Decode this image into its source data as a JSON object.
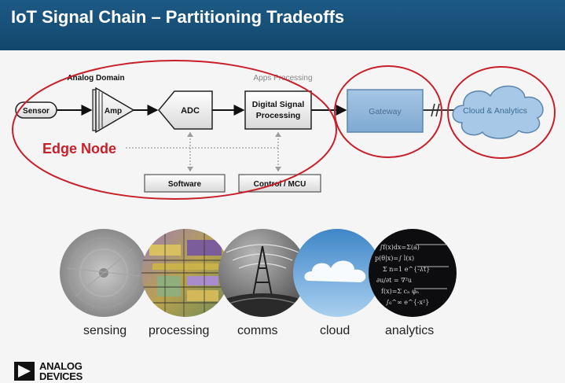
{
  "title": "IoT Signal Chain – Partitioning Tradeoffs",
  "diagram": {
    "analog_domain": "Analog Domain",
    "apps_processing": "Apps Processing",
    "sensor": "Sensor",
    "amp": "Amp",
    "adc": "ADC",
    "dsp_line1": "Digital Signal",
    "dsp_line2": "Processing",
    "gateway": "Gateway",
    "cloud_analytics": "Cloud & Analytics",
    "edge_node": "Edge Node",
    "software": "Software",
    "control_mcu": "Control / MCU"
  },
  "categories": [
    {
      "label": "sensing",
      "icon": "sensor-die-image"
    },
    {
      "label": "processing",
      "icon": "chip-die-image"
    },
    {
      "label": "comms",
      "icon": "antenna-globe-image"
    },
    {
      "label": "cloud",
      "icon": "cloud-sky-image"
    },
    {
      "label": "analytics",
      "icon": "equations-image"
    }
  ],
  "logo": {
    "line1": "ANALOG",
    "line2": "DEVICES"
  },
  "colors": {
    "header": "#15507a",
    "edge_node_red": "#c8202a",
    "gateway_blue": "#8fb6da",
    "cloud_blue": "#a8c8e8"
  }
}
